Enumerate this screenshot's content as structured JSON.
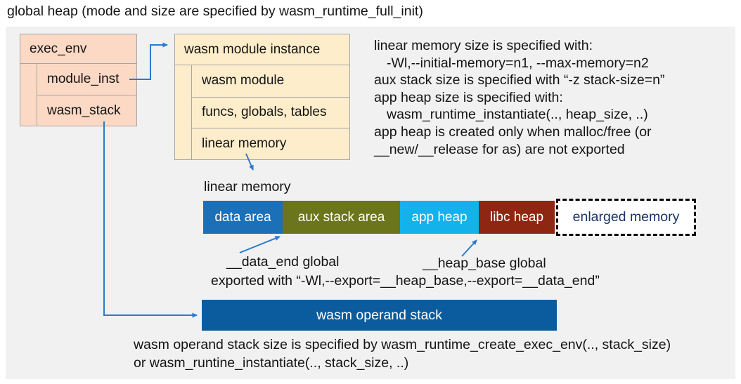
{
  "title": "global heap (mode and size are specified by wasm_runtime_full_init)",
  "colors": {
    "panel_bg": "#f1f1f1",
    "exec_env_fill": "#fbd9c5",
    "module_instance_fill": "#fdedca",
    "box_border": "#a6a6a6",
    "arrow_blue": "#2e79cc",
    "operand_stack_fill": "#0a5c9e",
    "enlarged_memory_text": "#1a3366"
  },
  "exec_env": {
    "header": "exec_env",
    "rows": [
      "module_inst",
      "wasm_stack"
    ]
  },
  "module_instance": {
    "header": "wasm module instance",
    "rows": [
      "wasm module",
      "funcs, globals, tables",
      "linear memory"
    ]
  },
  "notes_right": {
    "lines": [
      "linear memory size is specified with:",
      "-Wl,--initial-memory=n1, --max-memory=n2",
      "aux stack size is specified with “-z stack-size=n”",
      "app heap size is specified with:",
      "wasm_runtime_instantiate(.., heap_size, ..)",
      "app heap is created only when malloc/free (or",
      "__new/__release for as) are not exported"
    ]
  },
  "linear_memory": {
    "label": "linear memory",
    "segments": [
      {
        "label": "data area",
        "color": "#1b70b8",
        "width": 113
      },
      {
        "label": "aux stack area",
        "color": "#6b751b",
        "width": 167
      },
      {
        "label": "app heap",
        "color": "#14b2ea",
        "width": 112
      },
      {
        "label": "libc heap",
        "color": "#8e2711",
        "width": 108
      }
    ],
    "enlarged_segment": "enlarged memory",
    "data_end_label": "__data_end global",
    "heap_base_label": "__heap_base global",
    "export_note": "exported with “-Wl,--export=__heap_base,--export=__data_end”"
  },
  "operand_stack": {
    "label": "wasm operand stack"
  },
  "notes_bottom": {
    "lines": [
      "wasm operand stack size is specified by wasm_runtime_create_exec_env(.., stack_size)",
      "or wasm_runtine_instantiate(.., stack_size, ..)"
    ]
  }
}
